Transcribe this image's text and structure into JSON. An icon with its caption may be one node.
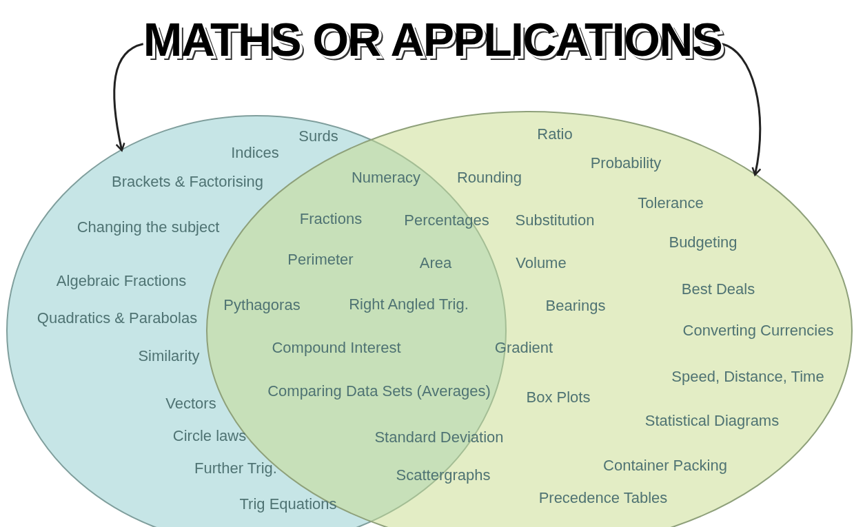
{
  "diagram": {
    "nodes": [
      {
        "text": [
          "MATHS OR APPLICATIONS"
        ]
      },
      {
        "text": [],
        "shape": "ellipse"
      },
      {
        "text": [],
        "shape": "ellipse"
      }
    ],
    "edges": [
      {
        "from": 0,
        "to": 1,
        "arrow": "to"
      },
      {
        "from": 0,
        "to": 2,
        "arrow": "to"
      }
    ],
    "labels": [
      "Surds",
      "Ratio",
      "Indices",
      "Probability",
      "Brackets & Factorising",
      "Numeracy",
      "Rounding",
      "Tolerance",
      "Changing the subject",
      "Fractions",
      "Percentages",
      "Substitution",
      "Budgeting",
      "Perimeter",
      "Area",
      "Volume",
      "Algebraic Fractions",
      "Best Deals",
      "Pythagoras",
      "Right Angled Trig.",
      "Bearings",
      "Quadratics & Parabolas",
      "Converting Currencies",
      "Similarity",
      "Compound Interest",
      "Gradient",
      "Speed, Distance, Time",
      "Vectors",
      "Comparing Data Sets (Averages)",
      "Box Plots",
      "Statistical Diagrams",
      "Circle laws",
      "Standard Deviation",
      "Further Trig.",
      "Scattergraphs",
      "Container Packing",
      "Trig Equations",
      "Precedence Tables"
    ]
  }
}
